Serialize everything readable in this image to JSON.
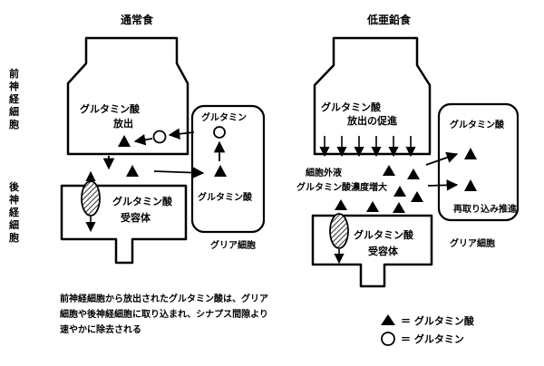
{
  "left_panel": {
    "title": "通常食",
    "pre_label": "グルタミン酸",
    "pre_label2": "放出",
    "glia_label": "グルタミン",
    "glia_label2": "グルタミン酸",
    "post_label": "グルタミン酸",
    "post_label2": "受容体",
    "glia_caption": "グリア細胞"
  },
  "right_panel": {
    "title": "低亜鉛食",
    "pre_label": "グルタミン酸",
    "pre_label2": "放出の促進",
    "glia_label": "グルタミン酸",
    "cleft_label": "細胞外液",
    "cleft_label2": "グルタミン酸濃度増大",
    "reuptake_label": "再取り込み推進",
    "post_label": "グルタミン酸",
    "post_label2": "受容体",
    "glia_caption": "グリア細胞"
  },
  "side_labels": {
    "pre": [
      "前",
      "神",
      "経",
      "細",
      "胞"
    ],
    "post": [
      "後",
      "神",
      "経",
      "細",
      "胞"
    ]
  },
  "caption": {
    "line1": "前神経細胞から放出されたグルタミン酸は、グリア",
    "line2": "細胞や後神経細胞に取り込まれ、シナプス間隙より",
    "line3": "速やかに除去される"
  },
  "legend": {
    "triangle": "＝ グルタミン酸",
    "circle": "＝ グルタミン"
  }
}
